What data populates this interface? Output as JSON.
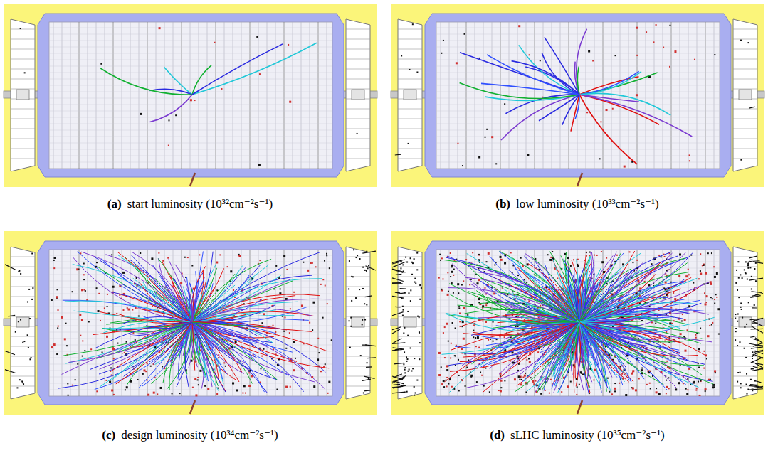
{
  "diagram": {
    "labels": [
      "(a)",
      "start luminosity (10³²cm⁻²s⁻¹)",
      "(b)",
      "low luminosity (10³³cm⁻²s⁻¹)",
      "(c)",
      "design luminosity (10³⁴cm⁻²s⁻¹)",
      "(d)",
      "sLHC luminosity (10³⁵cm⁻²s⁻¹)"
    ]
  }
}
